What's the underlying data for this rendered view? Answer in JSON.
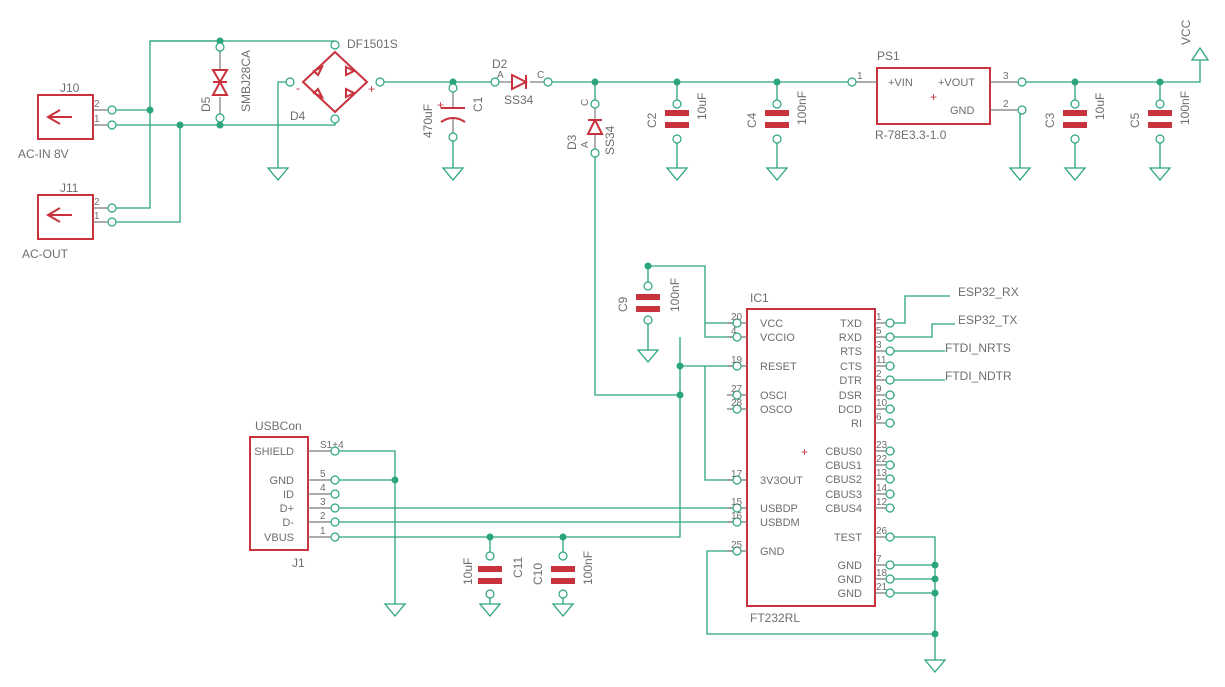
{
  "connectors": {
    "j10": {
      "ref": "J10",
      "value": "AC-IN 8V",
      "pins": [
        "2",
        "1"
      ]
    },
    "j11": {
      "ref": "J11",
      "value": "AC-OUT",
      "pins": [
        "2",
        "1"
      ]
    }
  },
  "tvs": {
    "ref": "D5",
    "value": "SMBJ28CA"
  },
  "bridge": {
    "ref": "D4",
    "value": "DF1501S",
    "plus": "+",
    "minus": "-"
  },
  "cap_c1": {
    "ref": "C1",
    "value": "470uF"
  },
  "diode_d2": {
    "ref": "D2",
    "value": "SS34",
    "anode": "A",
    "cathode": "C"
  },
  "diode_d3": {
    "ref": "D3",
    "value": "SS34",
    "anode": "A",
    "cathode": "C"
  },
  "cap_c2": {
    "ref": "C2",
    "value": "10uF"
  },
  "cap_c4": {
    "ref": "C4",
    "value": "100nF"
  },
  "regulator": {
    "ref": "PS1",
    "value": "R-78E3.3-1.0",
    "pin_vin": "+VIN",
    "pin_vout": "+VOUT",
    "pin_gnd": "GND",
    "num_vin": "1",
    "num_vout": "3",
    "num_gnd": "2"
  },
  "cap_c3": {
    "ref": "C3",
    "value": "10uF"
  },
  "cap_c5": {
    "ref": "C5",
    "value": "100nF"
  },
  "vcc_label": "VCC",
  "cap_c9": {
    "ref": "C9",
    "value": "100nF"
  },
  "cap_c11": {
    "ref": "C11",
    "value": "10uF"
  },
  "cap_c10": {
    "ref": "C10",
    "value": "100nF"
  },
  "ic1": {
    "ref": "IC1",
    "value": "FT232RL",
    "left_pins": [
      {
        "num": "20",
        "name": "VCC"
      },
      {
        "num": "4",
        "name": "VCCIO"
      },
      {
        "num": "19",
        "name": "RESET"
      },
      {
        "num": "27",
        "name": "OSCI"
      },
      {
        "num": "28",
        "name": "OSCO"
      },
      {
        "num": "17",
        "name": "3V3OUT"
      },
      {
        "num": "15",
        "name": "USBDP"
      },
      {
        "num": "16",
        "name": "USBDM"
      },
      {
        "num": "25",
        "name": "GND"
      }
    ],
    "right_pins": [
      {
        "num": "1",
        "name": "TXD"
      },
      {
        "num": "5",
        "name": "RXD"
      },
      {
        "num": "3",
        "name": "RTS"
      },
      {
        "num": "11",
        "name": "CTS"
      },
      {
        "num": "2",
        "name": "DTR"
      },
      {
        "num": "9",
        "name": "DSR"
      },
      {
        "num": "10",
        "name": "DCD"
      },
      {
        "num": "6",
        "name": "RI"
      },
      {
        "num": "23",
        "name": "CBUS0"
      },
      {
        "num": "22",
        "name": "CBUS1"
      },
      {
        "num": "13",
        "name": "CBUS2"
      },
      {
        "num": "14",
        "name": "CBUS3"
      },
      {
        "num": "12",
        "name": "CBUS4"
      },
      {
        "num": "26",
        "name": "TEST"
      },
      {
        "num": "7",
        "name": "GND"
      },
      {
        "num": "18",
        "name": "GND"
      },
      {
        "num": "21",
        "name": "GND"
      }
    ]
  },
  "usb": {
    "ref": "J1",
    "value": "USBCon",
    "pins": [
      {
        "num": "S1+4",
        "name": "SHIELD"
      },
      {
        "num": "5",
        "name": "GND"
      },
      {
        "num": "4",
        "name": "ID"
      },
      {
        "num": "3",
        "name": "D+"
      },
      {
        "num": "2",
        "name": "D-"
      },
      {
        "num": "1",
        "name": "VBUS"
      }
    ]
  },
  "net_labels": [
    "ESP32_RX",
    "ESP32_TX",
    "FTDI_NRTS",
    "FTDI_NDTR"
  ],
  "colors": {
    "wire": "#2aa57d",
    "symbol": "#c8323c",
    "text": "#6e6e6e",
    "background": "#ffffff"
  }
}
